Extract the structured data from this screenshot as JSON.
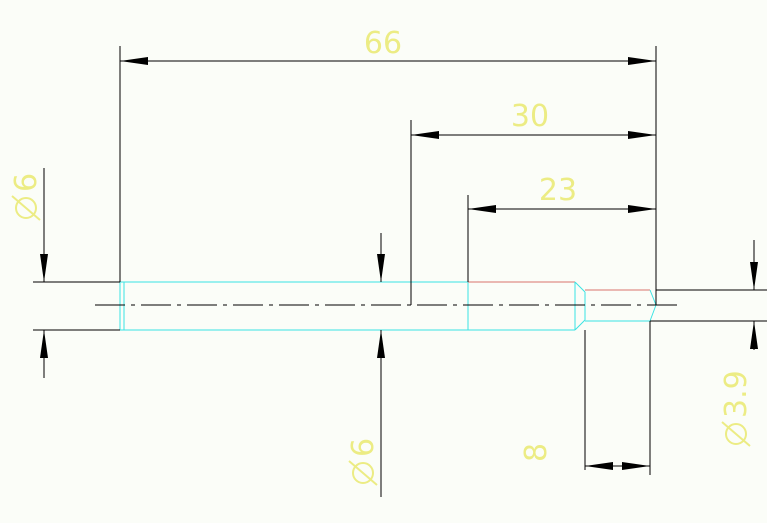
{
  "colors": {
    "background": "#fbfdf8",
    "part_outline": "#39e3e3",
    "part_top_edge": "#d9736c",
    "dimension_text": "#ecec84",
    "dimension_lines": "#000000"
  },
  "dimensions": {
    "overall_length": "66",
    "length_30": "30",
    "length_23": "23",
    "tip_length": "8",
    "dia_left": "6",
    "dia_mid": "6",
    "dia_tip": "3.9"
  }
}
